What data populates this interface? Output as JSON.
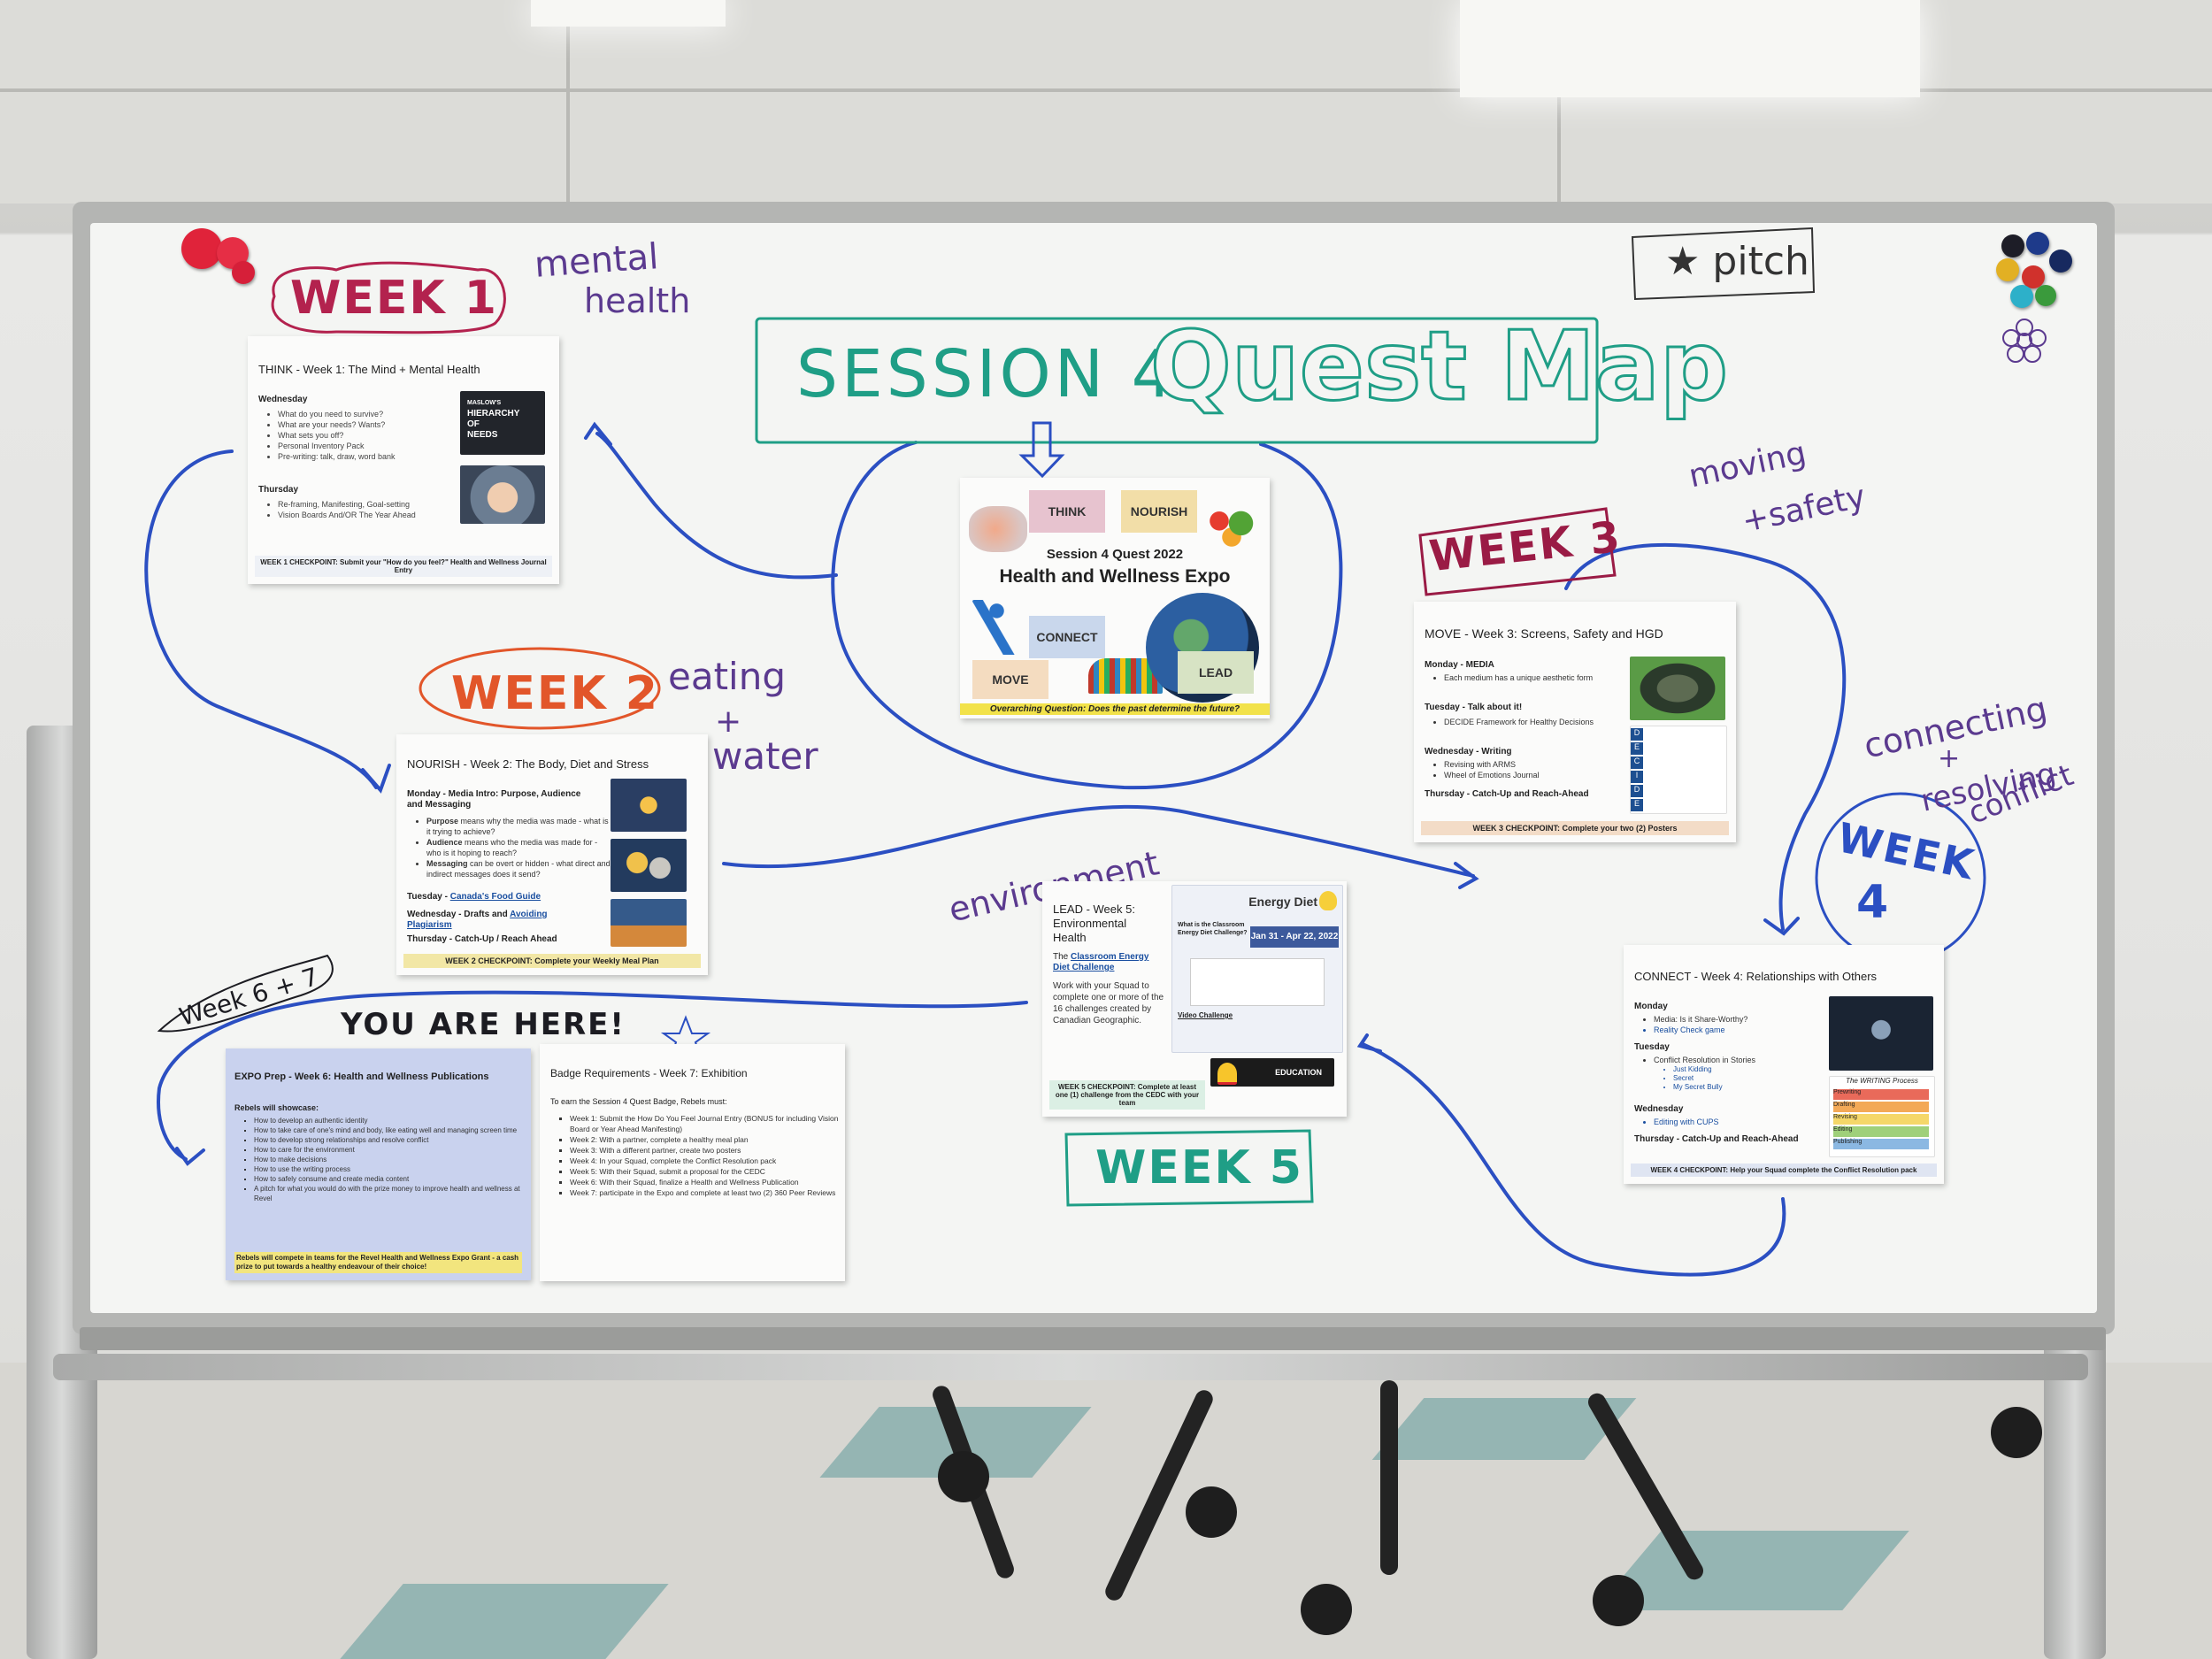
{
  "header": {
    "title_session": "SESSION 4",
    "title_quest": "Quest Map",
    "pitch_note": "★ pitch"
  },
  "annotations": {
    "week1": "WEEK 1",
    "week1_note_a": "mental",
    "week1_note_b": "health",
    "week2": "WEEK 2",
    "week2_note_a": "eating",
    "week2_note_b": "+",
    "week2_note_c": "water",
    "week3": "WEEK 3",
    "week3_note_a": "moving",
    "week3_note_b": "+safety",
    "week4_a": "WEEK",
    "week4_b": "4",
    "week4_note_a": "connecting",
    "week4_note_b": "+",
    "week4_note_c": "resolving",
    "week4_note_d": "conflict",
    "week5": "WEEK 5",
    "week5_note": "environment",
    "week67": "Week 6 + 7",
    "you_are_here": "YOU ARE HERE!"
  },
  "center_poster": {
    "tag_think": "THINK",
    "tag_nourish": "NOURISH",
    "tag_connect": "CONNECT",
    "tag_move": "MOVE",
    "tag_lead": "LEAD",
    "subtitle": "Session 4 Quest 2022",
    "title": "Health and Wellness Expo",
    "question": "Overarching Question: Does the past determine the future?"
  },
  "week1_paper": {
    "title": "THINK - Week 1: The Mind + Mental Health",
    "day1": "Wednesday",
    "items1": [
      "What do you need to survive?",
      "What are your needs? Wants?",
      "What sets you off?",
      "Personal Inventory Pack",
      "Pre-writing: talk, draw, word bank"
    ],
    "day2": "Thursday",
    "items2": [
      "Re-framing, Manifesting, Goal-setting",
      "Vision Boards And/OR The Year Ahead"
    ],
    "thumb_text_a": "MASLOW'S",
    "thumb_text_b": "HIERARCHY",
    "thumb_text_c": "OF",
    "thumb_text_d": "NEEDS",
    "checkpoint": "WEEK 1 CHECKPOINT: Submit your \"How do you feel?\" Health and Wellness Journal Entry"
  },
  "week2_paper": {
    "title": "NOURISH - Week 2: The Body, Diet and Stress",
    "day1": "Monday - Media Intro: Purpose, Audience and Messaging",
    "item_a_term": "Purpose",
    "item_a_rest": " means why the media was made - what is it trying to achieve?",
    "item_b_term": "Audience",
    "item_b_rest": " means who the media was made for - who is it hoping to reach?",
    "item_c_term": "Messaging",
    "item_c_rest": " can be overt or hidden - what direct and indirect messages does it send?",
    "day2": "Tuesday - ",
    "day2_link": "Canada's Food Guide",
    "day3": "Wednesday - Drafts and ",
    "day3_link": "Avoiding Plagiarism",
    "day4": "Thursday - Catch-Up / Reach Ahead",
    "checkpoint": "WEEK 2 CHECKPOINT: Complete your Weekly Meal Plan"
  },
  "week3_paper": {
    "title": "MOVE - Week 3: Screens, Safety and HGD",
    "day1": "Monday - MEDIA",
    "items1": [
      "Each medium has a unique aesthetic form"
    ],
    "day2": "Tuesday - Talk about it!",
    "items2": [
      "DECIDE Framework for Healthy Decisions"
    ],
    "day3": "Wednesday - Writing",
    "items3": [
      "Revising with ARMS",
      "Wheel of Emotions Journal"
    ],
    "day4": "Thursday - Catch-Up and Reach-Ahead",
    "decide_letters": [
      "D",
      "E",
      "C",
      "I",
      "D",
      "E"
    ],
    "checkpoint": "WEEK 3 CHECKPOINT: Complete your two (2) Posters"
  },
  "week4_paper": {
    "title": "CONNECT - Week 4: Relationships with Others",
    "day1": "Monday",
    "items1": [
      "Media: Is it Share-Worthy?",
      "Reality Check game"
    ],
    "day2": "Tuesday",
    "items2": [
      "Conflict Resolution in Stories"
    ],
    "subitems2": [
      "Just Kidding",
      "Secret",
      "My Secret Bully"
    ],
    "day3": "Wednesday",
    "items3": [
      "Editing with CUPS"
    ],
    "day4": "Thursday - Catch-Up and Reach-Ahead",
    "thumb_caption": "The WRITING Process",
    "steps": [
      "Prewriting",
      "Drafting",
      "Revising",
      "Editing",
      "Publishing"
    ],
    "checkpoint": "WEEK 4 CHECKPOINT: Help your Squad complete the Conflict Resolution pack"
  },
  "week5_paper": {
    "title": "LEAD - Week 5: Environmental Health",
    "intro_a": "The ",
    "intro_link": "Classroom Energy Diet Challenge",
    "body": "Work with your Squad to complete one or more of the 16 challenges created by Canadian Geographic.",
    "thumb_brand": "Energy Diet",
    "thumb_q": "What is the Classroom Energy Diet Challenge?",
    "thumb_dates": "Jan 31 - Apr 22, 2022",
    "thumb_video": "Video Challenge",
    "sponsor": "EDUCATION",
    "checkpoint": "WEEK 5 CHECKPOINT: Complete at least one (1) challenge from the CEDC with your team"
  },
  "week6_paper": {
    "title": "EXPO Prep - Week 6: Health and Wellness Publications",
    "lead": "Rebels will showcase:",
    "items": [
      "How to develop an authentic identity",
      "How to take care of one's mind and body, like eating well and managing screen time",
      "How to develop strong relationships and resolve conflict",
      "How to care for the environment",
      "How to make decisions",
      "How to use the writing process",
      "How to safely consume and create media content",
      "A pitch for what you would do with the prize money to improve health and wellness at Revel"
    ],
    "footer": "Rebels will compete in teams for the Revel Health and Wellness Expo Grant - a cash prize to put towards a healthy endeavour of their choice!"
  },
  "week7_paper": {
    "title": "Badge Requirements - Week 7: Exhibition",
    "lead": "To earn the Session 4 Quest Badge, Rebels must:",
    "items": [
      "Week 1: Submit the How Do You Feel Journal Entry (BONUS for including Vision Board or Year Ahead Manifesting)",
      "Week 2: With a partner, complete a healthy meal plan",
      "Week 3: With a different partner, create two posters",
      "Week 4: In your Squad, complete the Conflict Resolution pack",
      "Week 5: With their Squad, submit a proposal for the CEDC",
      "Week 6: With their Squad, finalize a Health and Wellness Publication",
      "Week 7: participate in the Expo and complete at least two (2) 360 Peer Reviews"
    ]
  },
  "colors": {
    "week1": "#b3224e",
    "week2": "#e2562a",
    "week3": "#9a1b45",
    "teal": "#1f9e86",
    "blue": "#2b4fc2",
    "purple": "#5b3a8f",
    "dark": "#1c1c22"
  }
}
